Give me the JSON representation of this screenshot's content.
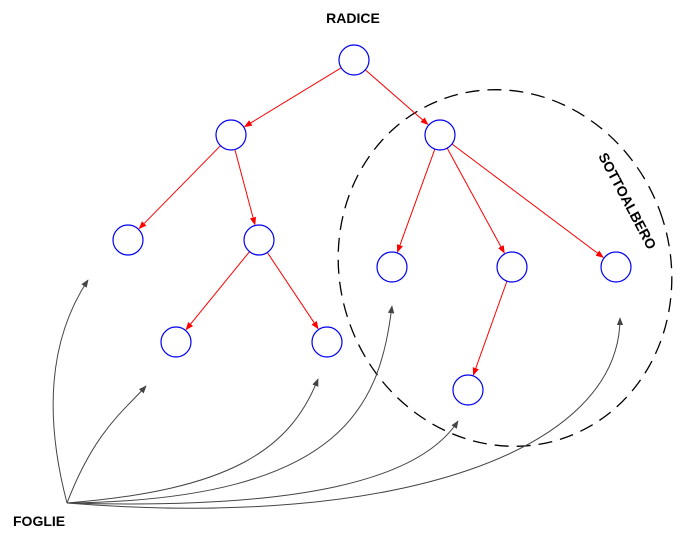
{
  "diagram": {
    "type": "tree",
    "labels": {
      "root": "RADICE",
      "subtree": "SOTTOALBERO",
      "leaves": "FOGLIE"
    },
    "nodes": [
      "n0",
      "n1",
      "n2",
      "n3",
      "n4",
      "n5",
      "n6",
      "n7",
      "n8",
      "n9",
      "n10"
    ],
    "edges": [
      [
        "n0",
        "n1"
      ],
      [
        "n0",
        "n2"
      ],
      [
        "n1",
        "n3"
      ],
      [
        "n1",
        "n4"
      ],
      [
        "n4",
        "n5"
      ],
      [
        "n4",
        "n6"
      ],
      [
        "n2",
        "n7"
      ],
      [
        "n2",
        "n8"
      ],
      [
        "n2",
        "n9"
      ],
      [
        "n8",
        "n10"
      ]
    ],
    "leaf_pointers": [
      "n3",
      "n5",
      "n6",
      "n7",
      "n10",
      "n9"
    ],
    "subtree_root": "n2",
    "colors": {
      "node_stroke": "#0000ee",
      "edge": "#ff0000",
      "pointer": "#444444",
      "subtree_outline": "#000000",
      "text": "#000000"
    }
  }
}
